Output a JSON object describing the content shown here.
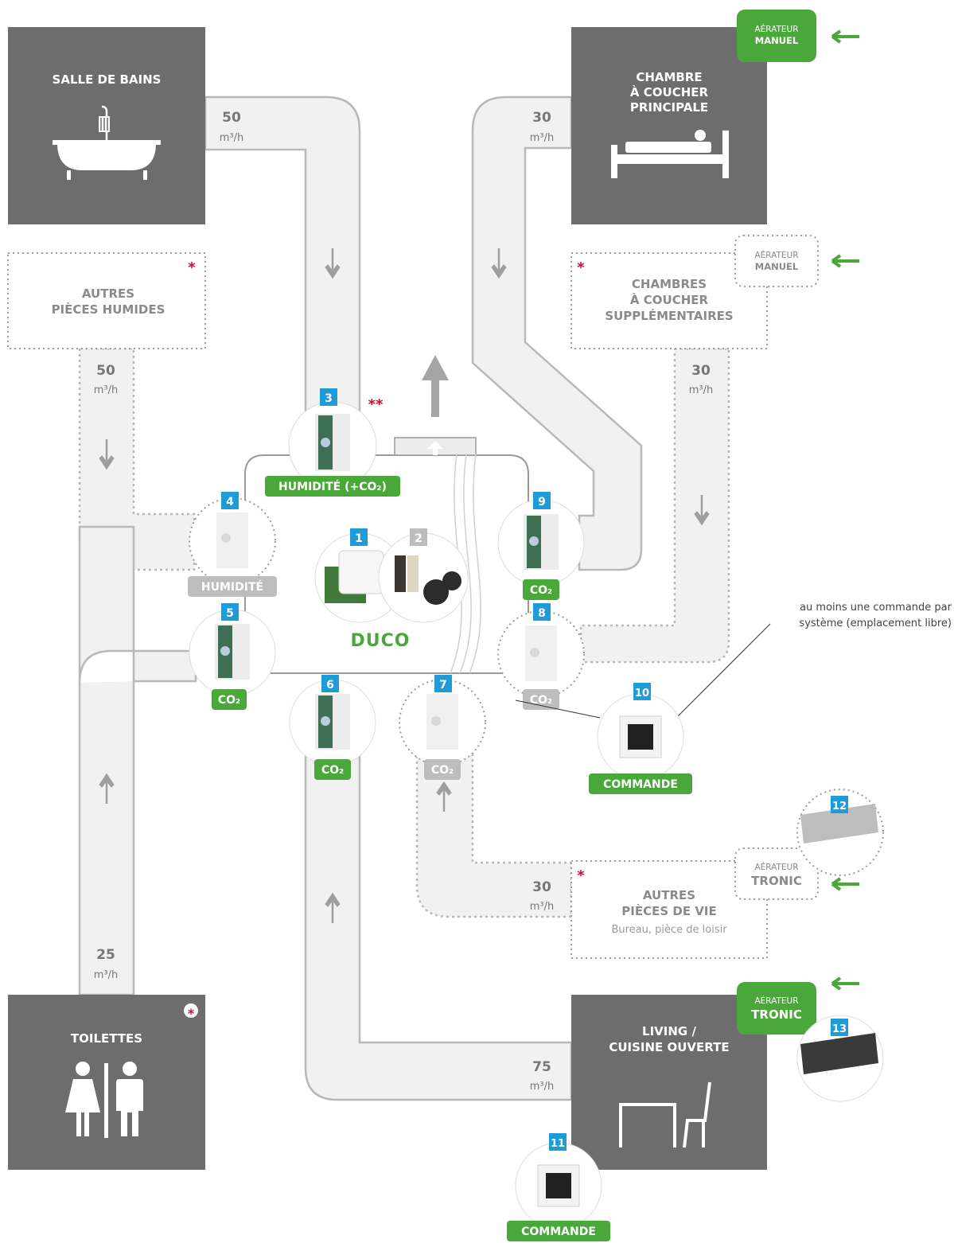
{
  "rooms": {
    "bathroom": "SALLE DE BAINS",
    "master_bedroom": [
      "CHAMBRE",
      "À COUCHER",
      "PRINCIPALE"
    ],
    "other_wet_rooms": [
      "AUTRES",
      "PIÈCES HUMIDES"
    ],
    "extra_bedrooms": [
      "CHAMBRES",
      "À COUCHER",
      "SUPPLÉMENTAIRES"
    ],
    "toilets": "TOILETTES",
    "living": [
      "LIVING /",
      "CUISINE OUVERTE"
    ],
    "other_living": [
      "AUTRES",
      "PIÈCES DE VIE"
    ],
    "other_living_sub": "Bureau, pièce de loisir"
  },
  "flows": {
    "bathroom": "50",
    "master_bedroom": "30",
    "other_wet_rooms": "50",
    "extra_bedrooms": "30",
    "toilets": "25",
    "other_living": "30",
    "living": "75",
    "unit": "m³/h"
  },
  "vents": {
    "manual_top": [
      "AÉRATEUR",
      "MANUEL"
    ],
    "manual_dotted": [
      "AÉRATEUR",
      "MANUEL"
    ],
    "tronic_dotted": [
      "AÉRATEUR",
      "TRONIC"
    ],
    "tronic_solid": [
      "AÉRATEUR",
      "TRONIC"
    ]
  },
  "sensors": {
    "s3": {
      "num": "3",
      "label": "HUMIDITÉ (+CO₂)"
    },
    "s4": {
      "num": "4",
      "label": "HUMIDITÉ"
    },
    "s5": {
      "num": "5",
      "label": "CO₂"
    },
    "s6": {
      "num": "6",
      "label": "CO₂"
    },
    "s7": {
      "num": "7",
      "label": "CO₂"
    },
    "s8": {
      "num": "8",
      "label": "CO₂"
    },
    "s9": {
      "num": "9",
      "label": "CO₂"
    },
    "u1": {
      "num": "1"
    },
    "u2": {
      "num": "2"
    },
    "c10": {
      "num": "10",
      "label": "COMMANDE"
    },
    "c11": {
      "num": "11",
      "label": "COMMANDE"
    },
    "t12": {
      "num": "12"
    },
    "t13": {
      "num": "13"
    }
  },
  "brand": "DUCO",
  "note": [
    "au moins une commande par",
    "système (emplacement libre)"
  ],
  "star": "*",
  "double_star": "**",
  "colors": {
    "room": "#6d6d6d",
    "duct": "#f1f1f1",
    "duct_edge": "#b8b8b8",
    "green": "#4aa83a",
    "blue": "#1f9bd7",
    "grey_label": "#bdbdbd",
    "red": "#c8102e"
  }
}
